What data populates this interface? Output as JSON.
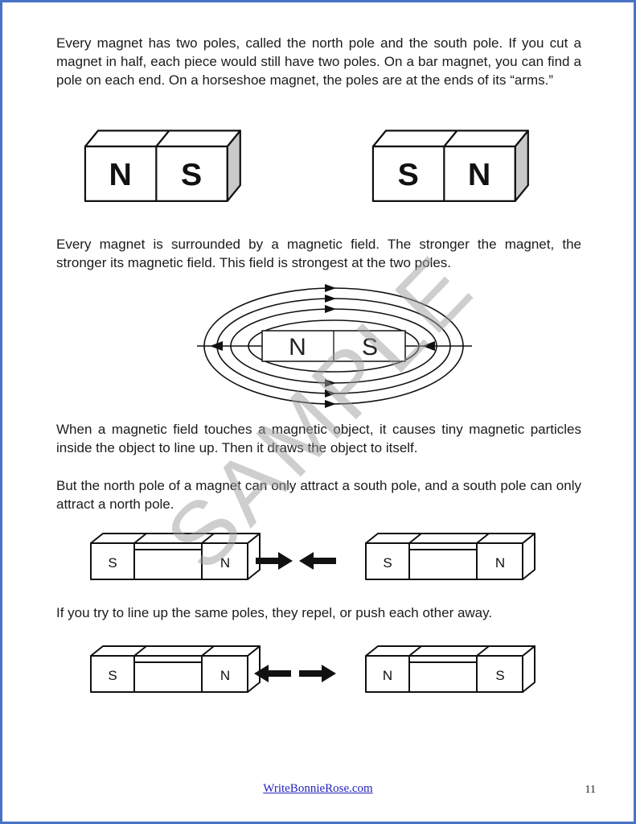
{
  "page": {
    "border_color": "#4a72c6",
    "background": "#ffffff"
  },
  "paragraphs": {
    "p1": "Every magnet has two poles, called the north pole and the south pole. If you cut a magnet in half, each piece would still have two poles. On a bar magnet, you can find a pole on each end. On a horseshoe magnet, the poles are at the ends of its “arms.”",
    "p2": "Every magnet is surrounded by a magnetic field. The stronger the magnet, the stronger its magnetic field. This field is strongest at the two poles.",
    "p3": "When a magnetic field touches a magnetic object, it causes tiny magnetic particles inside the object to line up. Then it draws the object to itself.",
    "p4": "But the north pole of a magnet can only attract a south pole, and a south pole can only attract a north pole.",
    "p5": "If you try to line up the same poles, they repel, or push each other away."
  },
  "figures": {
    "bar_magnets": {
      "left_magnet": {
        "left": "N",
        "right": "S"
      },
      "right_magnet": {
        "left": "S",
        "right": "N"
      }
    },
    "field_diagram": {
      "left": "N",
      "right": "S"
    },
    "attract": {
      "left_magnet": {
        "left": "S",
        "right": "N"
      },
      "right_magnet": {
        "left": "S",
        "right": "N"
      }
    },
    "repel": {
      "left_magnet": {
        "left": "S",
        "right": "N"
      },
      "right_magnet": {
        "left": "N",
        "right": "S"
      }
    }
  },
  "watermark": {
    "text": "SAMPLE",
    "color": "#9e9e9e"
  },
  "footer": {
    "link": "WriteBonnieRose.com",
    "page_number": "11",
    "link_color": "#2222bd"
  }
}
